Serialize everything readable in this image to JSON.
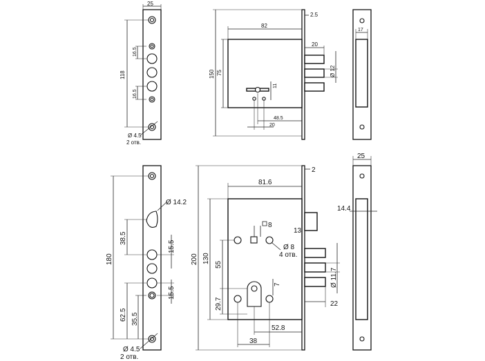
{
  "drawing_top": {
    "front_plate": {
      "width": "25",
      "pitch_upper": "16.5",
      "pitch_lower": "16.5",
      "bolt_span": "118",
      "mount_holes_dia": "Ø 4.5",
      "mount_holes_count": "2 отв."
    },
    "lock_body": {
      "height_total": "150",
      "body_height": "75",
      "body_width": "82",
      "faceplate_thickness": "2.5",
      "bolt_projection": "20",
      "bolt_dia": "Ø 12",
      "key_offset": "11",
      "backset": "48.5",
      "key_spacing": "20"
    },
    "strike_plate": {
      "window_width": "17"
    }
  },
  "drawing_bottom": {
    "front_plate": {
      "cam_hole_dia": "Ø 14.2",
      "handle_height": "180",
      "handle_offset": "38.5",
      "bolt_pitch_upper": "15.5",
      "bolt_pitch_lower": "15.5",
      "cylinder_offset": "62.5",
      "cylinder_step": "35.5",
      "mount_holes_dia": "Ø 4.5",
      "mount_holes_count": "2 отв."
    },
    "lock_body": {
      "height_total": "200",
      "body_height": "130",
      "body_width": "81.6",
      "faceplate_thickness": "2",
      "spindle_square": "8",
      "fix_holes_dia": "Ø 8",
      "fix_holes_count": "4 отв.",
      "latch_projection": "13",
      "handle_to_cyl": "55",
      "cylinder_height": "29.7",
      "cylinder_notch": "7",
      "bolt_dia": "Ø 11.7",
      "bolt_projection": "22",
      "backset": "52.8",
      "cylinder_backset": "38"
    },
    "strike_plate": {
      "width": "25",
      "window_offset": "14.4"
    }
  }
}
